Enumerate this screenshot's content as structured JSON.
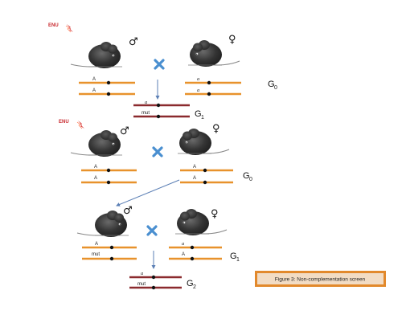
{
  "mutagen_label": "ENU",
  "sex": {
    "male": "♂",
    "female": "♀"
  },
  "alleles": {
    "wild": "A",
    "mutant_wild": "a",
    "mut": "mut"
  },
  "generations": {
    "g0": {
      "letter": "G",
      "sub": "0"
    },
    "g1": {
      "letter": "G",
      "sub": "1"
    },
    "g2": {
      "letter": "G",
      "sub": "2"
    }
  },
  "caption": "Figure 3: Non-complementation screen",
  "colors": {
    "chromosome_orange": "#e8922c",
    "chromosome_dark": "#8b2a2e",
    "cross_blue": "#4a8fd0",
    "arrow_blue": "#5b7fb5",
    "enu_red": "#c8282d",
    "caption_box_fill": "#f2dcc4",
    "caption_box_border": "#e2892c",
    "mouse_body": "#3a3a3a"
  },
  "icons": [
    "lightning-icon",
    "mouse-icon",
    "cross-icon",
    "arrow-down-icon",
    "male-symbol-icon",
    "female-symbol-icon"
  ]
}
